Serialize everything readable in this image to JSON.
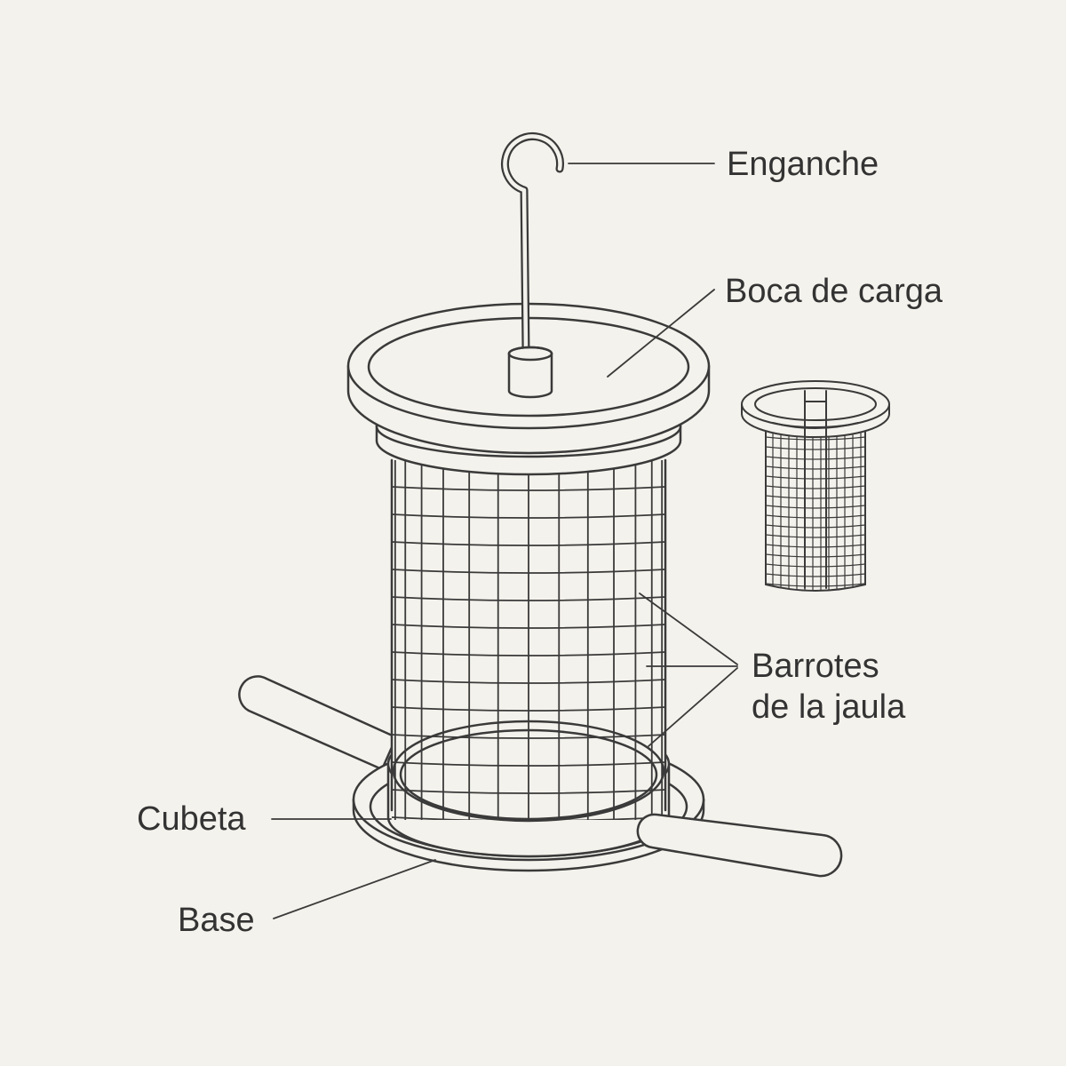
{
  "labels": {
    "hook": "Enganche",
    "loading_mouth": "Boca de carga",
    "cage_bars_line1": "Barrotes",
    "cage_bars_line2": "de la jaula",
    "tray": "Cubeta",
    "base": "Base"
  },
  "colors": {
    "background": "#f4f2ec",
    "stroke": "#3a3a3a",
    "fill": "#f4f2ec",
    "text": "#333333"
  }
}
